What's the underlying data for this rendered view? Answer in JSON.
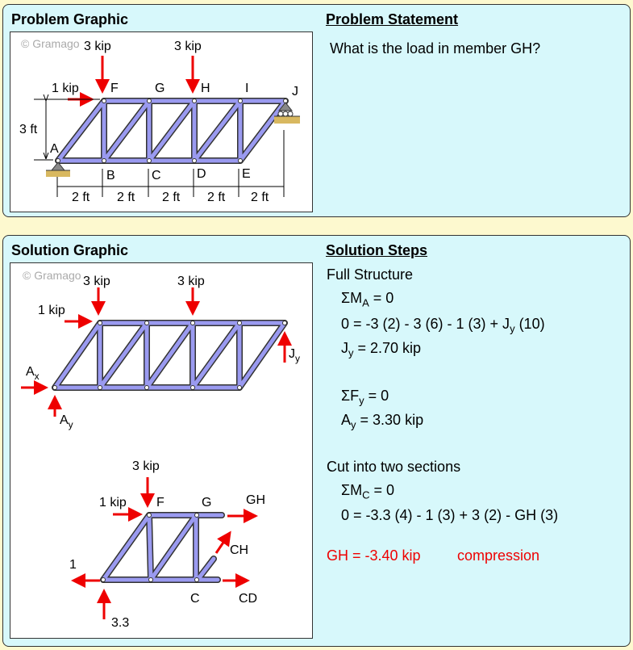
{
  "problem": {
    "graphic_title": "Problem Graphic",
    "statement_title": "Problem Statement",
    "statement": "What is the load in member GH?",
    "watermark": "© Gramago",
    "loads": {
      "f_load": "3 kip",
      "h_load": "3 kip",
      "horizontal": "1 kip"
    },
    "joints": {
      "A": "A",
      "B": "B",
      "C": "C",
      "D": "D",
      "E": "E",
      "F": "F",
      "G": "G",
      "H": "H",
      "I": "I",
      "J": "J"
    },
    "height_dim": "3 ft",
    "spans": [
      "2 ft",
      "2 ft",
      "2 ft",
      "2 ft",
      "2 ft"
    ]
  },
  "solution": {
    "graphic_title": "Solution Graphic",
    "steps_title": "Solution Steps",
    "watermark": "© Gramago",
    "full": {
      "f_load": "3 kip",
      "h_load": "3 kip",
      "horizontal": "1 kip",
      "Ax": "A",
      "Ax_sub": "x",
      "Ay": "A",
      "Ay_sub": "y",
      "Jy": "J",
      "Jy_sub": "y"
    },
    "section": {
      "f_load": "3 kip",
      "horizontal": "1 kip",
      "F": "F",
      "G": "G",
      "C": "C",
      "GH": "GH",
      "CH": "CH",
      "CD": "CD",
      "reaction_x": "1",
      "reaction_y": "3.3"
    },
    "steps": {
      "heading1": "Full Structure",
      "moment_a": {
        "sym": "ΣM",
        "sub": "A",
        "rest": " = 0"
      },
      "moment_eq": {
        "pre": "0 = -3 (2) - 3 (6) - 1 (3) + J",
        "sub": "y",
        "post": " (10)"
      },
      "jy": {
        "pre": "J",
        "sub": "y",
        "post": " = 2.70 kip"
      },
      "sum_fy": {
        "sym": "ΣF",
        "sub": "y",
        "rest": " = 0"
      },
      "ay": {
        "pre": "A",
        "sub": "y",
        "post": " = 3.30 kip"
      },
      "heading2": "Cut into two sections",
      "moment_c": {
        "sym": "ΣM",
        "sub": "C",
        "rest": " = 0"
      },
      "moment_c_eq": "0 = -3.3 (4) - 1 (3) + 3 (2) - GH (3)",
      "answer": "GH = -3.40 kip",
      "answer_type": "compression"
    }
  },
  "colors": {
    "member": "#9a9af0",
    "force": "#ee0000",
    "panel": "#d7f8fb",
    "background": "#fdf9cf"
  }
}
